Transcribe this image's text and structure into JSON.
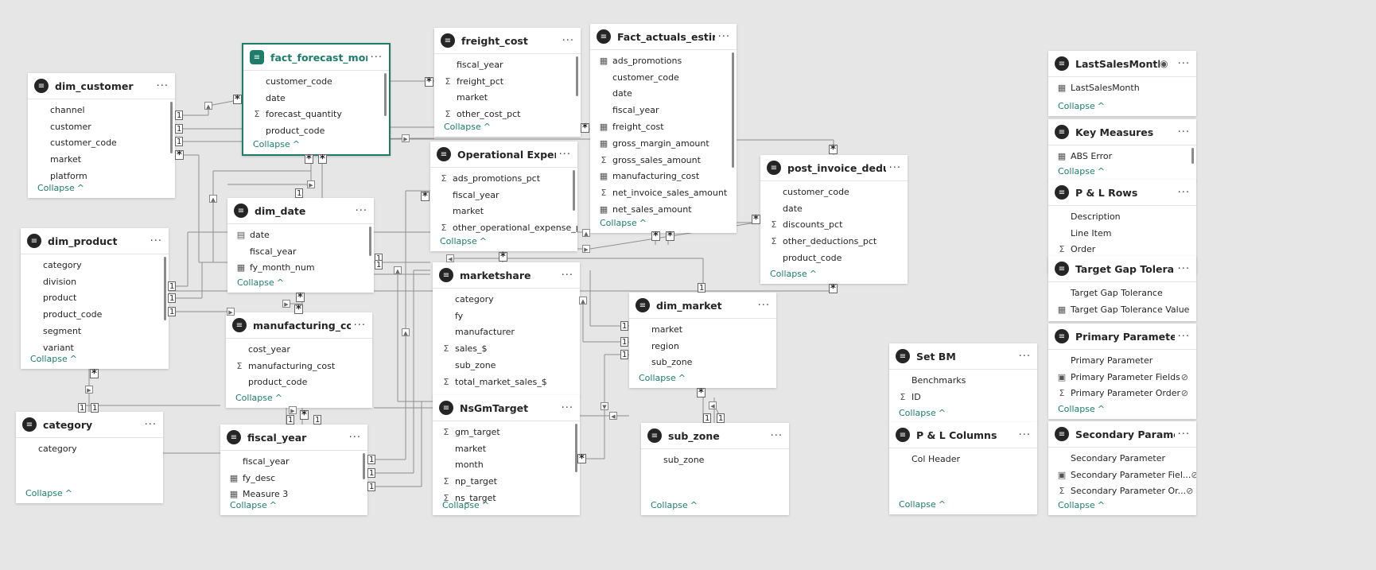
{
  "tables": [
    {
      "name": "dim_customer",
      "fields": [
        {
          "label": "channel",
          "icon": ""
        },
        {
          "label": "customer",
          "icon": ""
        },
        {
          "label": "customer_code",
          "icon": ""
        },
        {
          "label": "market",
          "icon": ""
        },
        {
          "label": "platform",
          "icon": ""
        }
      ],
      "collapse": "Collapse"
    },
    {
      "name": "fact_forecast_monthly",
      "selected": true,
      "fields": [
        {
          "label": "customer_code",
          "icon": ""
        },
        {
          "label": "date",
          "icon": ""
        },
        {
          "label": "forecast_quantity",
          "icon": "sum"
        },
        {
          "label": "product_code",
          "icon": ""
        }
      ],
      "collapse": "Collapse"
    },
    {
      "name": "freight_cost",
      "fields": [
        {
          "label": "fiscal_year",
          "icon": ""
        },
        {
          "label": "freight_pct",
          "icon": "sum"
        },
        {
          "label": "market",
          "icon": ""
        },
        {
          "label": "other_cost_pct",
          "icon": "sum"
        }
      ],
      "collapse": "Collapse"
    },
    {
      "name": "Fact_actuals_estimates",
      "fields": [
        {
          "label": "ads_promotions",
          "icon": "calc"
        },
        {
          "label": "customer_code",
          "icon": ""
        },
        {
          "label": "date",
          "icon": ""
        },
        {
          "label": "fiscal_year",
          "icon": ""
        },
        {
          "label": "freight_cost",
          "icon": "calc"
        },
        {
          "label": "gross_margin_amount",
          "icon": "calc"
        },
        {
          "label": "gross_sales_amount",
          "icon": "sum"
        },
        {
          "label": "manufacturing_cost",
          "icon": "calc"
        },
        {
          "label": "net_invoice_sales_amount",
          "icon": "sum"
        },
        {
          "label": "net_sales_amount",
          "icon": "calc"
        }
      ],
      "collapse": "Collapse"
    },
    {
      "name": "dim_date",
      "fields": [
        {
          "label": "date",
          "icon": "calendar"
        },
        {
          "label": "fiscal_year",
          "icon": ""
        },
        {
          "label": "fy_month_num",
          "icon": "calc"
        }
      ],
      "collapse": "Collapse"
    },
    {
      "name": "Operational Expense",
      "fields": [
        {
          "label": "ads_promotions_pct",
          "icon": "sum"
        },
        {
          "label": "fiscal_year",
          "icon": ""
        },
        {
          "label": "market",
          "icon": ""
        },
        {
          "label": "other_operational_expense_pct",
          "icon": "sum"
        }
      ],
      "collapse": "Collapse"
    },
    {
      "name": "post_invoice_deductions",
      "fields": [
        {
          "label": "customer_code",
          "icon": ""
        },
        {
          "label": "date",
          "icon": ""
        },
        {
          "label": "discounts_pct",
          "icon": "sum"
        },
        {
          "label": "other_deductions_pct",
          "icon": "sum"
        },
        {
          "label": "product_code",
          "icon": ""
        }
      ],
      "collapse": "Collapse"
    },
    {
      "name": "dim_product",
      "fields": [
        {
          "label": "category",
          "icon": ""
        },
        {
          "label": "division",
          "icon": ""
        },
        {
          "label": "product",
          "icon": ""
        },
        {
          "label": "product_code",
          "icon": ""
        },
        {
          "label": "segment",
          "icon": ""
        },
        {
          "label": "variant",
          "icon": ""
        }
      ],
      "collapse": "Collapse"
    },
    {
      "name": "marketshare",
      "fields": [
        {
          "label": "category",
          "icon": ""
        },
        {
          "label": "fy",
          "icon": ""
        },
        {
          "label": "manufacturer",
          "icon": ""
        },
        {
          "label": "sales_$",
          "icon": "sum"
        },
        {
          "label": "sub_zone",
          "icon": ""
        },
        {
          "label": "total_market_sales_$",
          "icon": "sum"
        }
      ],
      "collapse": ""
    },
    {
      "name": "manufacturing_cost",
      "fields": [
        {
          "label": "cost_year",
          "icon": ""
        },
        {
          "label": "manufacturing_cost",
          "icon": "sum"
        },
        {
          "label": "product_code",
          "icon": ""
        }
      ],
      "collapse": "Collapse"
    },
    {
      "name": "dim_market",
      "fields": [
        {
          "label": "market",
          "icon": ""
        },
        {
          "label": "region",
          "icon": ""
        },
        {
          "label": "sub_zone",
          "icon": ""
        }
      ],
      "collapse": "Collapse"
    },
    {
      "name": "category",
      "fields": [
        {
          "label": "category",
          "icon": ""
        }
      ],
      "collapse": "Collapse"
    },
    {
      "name": "fiscal_year",
      "fields": [
        {
          "label": "fiscal_year",
          "icon": ""
        },
        {
          "label": "fy_desc",
          "icon": "calc"
        },
        {
          "label": "Measure 3",
          "icon": "measure"
        }
      ],
      "collapse": "Collapse"
    },
    {
      "name": "NsGmTarget",
      "fields": [
        {
          "label": "gm_target",
          "icon": "sum"
        },
        {
          "label": "market",
          "icon": ""
        },
        {
          "label": "month",
          "icon": ""
        },
        {
          "label": "np_target",
          "icon": "sum"
        },
        {
          "label": "ns_target",
          "icon": "sum"
        }
      ],
      "collapse": "Collapse"
    },
    {
      "name": "sub_zone",
      "fields": [
        {
          "label": "sub_zone",
          "icon": ""
        }
      ],
      "collapse": "Collapse"
    },
    {
      "name": "Set BM",
      "fields": [
        {
          "label": "Benchmarks",
          "icon": ""
        },
        {
          "label": "ID",
          "icon": "sum"
        }
      ],
      "collapse": "Collapse"
    },
    {
      "name": "P & L Columns",
      "fields": [
        {
          "label": "Col Header",
          "icon": ""
        }
      ],
      "collapse": "Collapse"
    },
    {
      "name": "LastSalesMonth",
      "eye": true,
      "fields": [
        {
          "label": "LastSalesMonth",
          "icon": "measure"
        }
      ],
      "collapse": "Collapse"
    },
    {
      "name": "Key Measures",
      "fields": [
        {
          "label": "ABS Error",
          "icon": "measure"
        }
      ],
      "collapse": "Collapse"
    },
    {
      "name": "P & L Rows",
      "fields": [
        {
          "label": "Description",
          "icon": ""
        },
        {
          "label": "Line Item",
          "icon": ""
        },
        {
          "label": "Order",
          "icon": "sum"
        }
      ],
      "collapse": ""
    },
    {
      "name": "Target Gap Tolerance",
      "fields": [
        {
          "label": "Target Gap Tolerance",
          "icon": ""
        },
        {
          "label": "Target Gap Tolerance Value",
          "icon": "measure"
        }
      ],
      "collapse": ""
    },
    {
      "name": "Primary Parameter",
      "fields": [
        {
          "label": "Primary Parameter",
          "icon": ""
        },
        {
          "label": "Primary Parameter Fields",
          "icon": "param",
          "hidden": true
        },
        {
          "label": "Primary Parameter Order",
          "icon": "sum",
          "hidden": true
        }
      ],
      "collapse": "Collapse"
    },
    {
      "name": "Secondary Parameter",
      "fields": [
        {
          "label": "Secondary Parameter",
          "icon": ""
        },
        {
          "label": "Secondary Parameter Fiel...",
          "icon": "param",
          "hidden": true
        },
        {
          "label": "Secondary Parameter Or...",
          "icon": "sum",
          "hidden": true
        }
      ],
      "collapse": "Collapse"
    }
  ],
  "cardinality": {
    "one": "1",
    "many": "*"
  },
  "icons": {
    "sum": "Σ",
    "calc": "▦",
    "calendar": "▤",
    "measure": "▦",
    "param": "▣",
    "table": "≡",
    "eye": "◉",
    "hidden": "⊘",
    "more": "···",
    "caret": "^"
  }
}
